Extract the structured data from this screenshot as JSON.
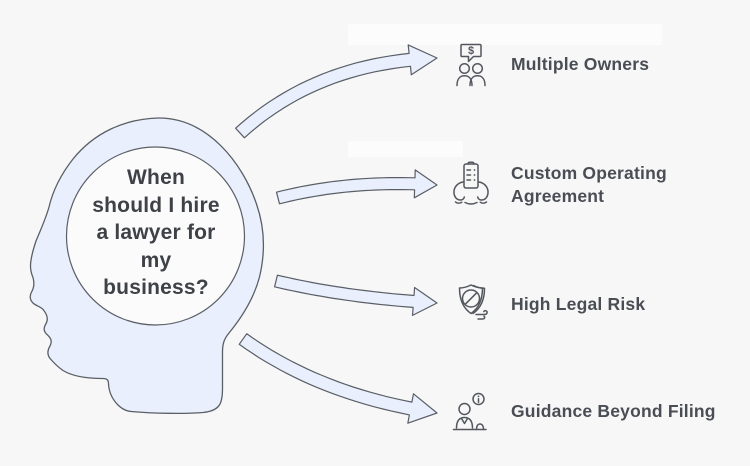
{
  "head": {
    "question": "When should I hire a lawyer for my business?",
    "question_lines": [
      "When",
      "should I hire",
      "a lawyer for",
      "my",
      "business?"
    ]
  },
  "items": [
    {
      "label": "Multiple Owners",
      "icon": "people-dollar-icon"
    },
    {
      "label": "Custom Operating Agreement",
      "icon": "document-hands-icon"
    },
    {
      "label": "High Legal Risk",
      "icon": "shield-slash-wind-icon"
    },
    {
      "label": "Guidance Beyond Filing",
      "icon": "person-info-icon"
    }
  ],
  "icon_symbols": {
    "dollar": "$"
  },
  "colors": {
    "background": "#f7f7f8",
    "shape_fill": "#e9effc",
    "outline": "#5a5f66",
    "heading_text": "#3e4247",
    "label_text": "#4a4e54"
  }
}
